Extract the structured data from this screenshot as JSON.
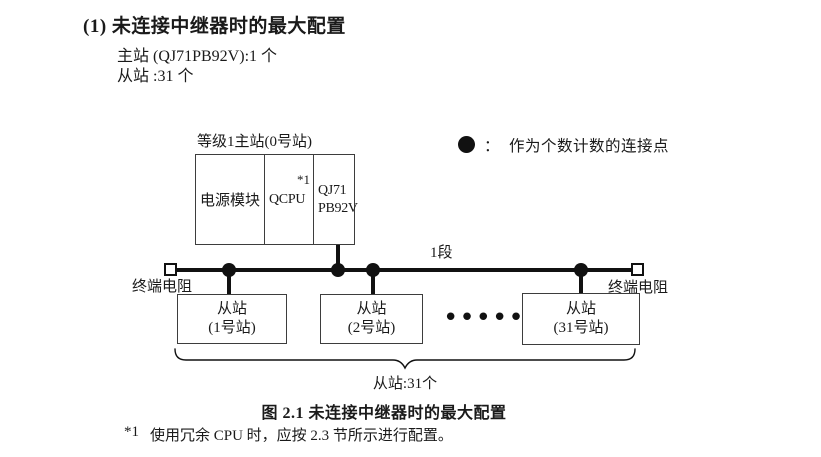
{
  "header": {
    "heading": "(1) 未连接中继器时的最大配置",
    "master_count_line": "主站 (QJ71PB92V):1 个",
    "slave_count_line": "从站 :31 个"
  },
  "legend": {
    "separator": "：",
    "text": "作为个数计数的连接点"
  },
  "diagram": {
    "master_station_label": "等级1主站(0号站)",
    "master_modules": [
      {
        "line1": "电源模块",
        "line2": "",
        "note": ""
      },
      {
        "line1": "QCPU",
        "line2": "",
        "note": "*1"
      },
      {
        "line1": "QJ71",
        "line2": "PB92V",
        "note": ""
      }
    ],
    "segment_label": "1段",
    "left_terminator_label": "终端电阻",
    "right_terminator_label": "终端电阻",
    "slaves": [
      {
        "line1": "从站",
        "line2": "(1号站)"
      },
      {
        "line1": "从站",
        "line2": "(2号站)"
      },
      {
        "line1": "从站",
        "line2": "(31号站)"
      }
    ],
    "ellipsis": "••••••",
    "slave_total_label": "从站:31个"
  },
  "caption": "图 2.1 未连接中继器时的最大配置",
  "footnote": {
    "marker": "*1",
    "text": "使用冗余 CPU 时，应按 2.3 节所示进行配置。"
  },
  "colors": {
    "line": "#111111",
    "text": "#1a1a1a",
    "box_border": "#3d3d3d",
    "background": "#ffffff"
  }
}
